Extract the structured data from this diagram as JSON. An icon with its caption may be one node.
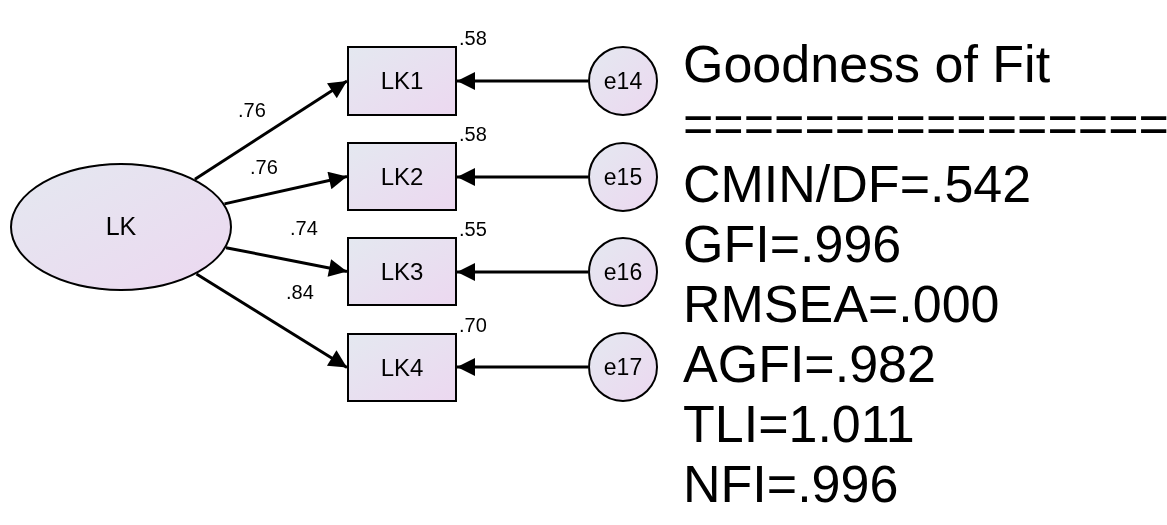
{
  "diagram": {
    "nodes": [
      {
        "text": [
          "LK"
        ]
      },
      {
        "text": [
          "LK1"
        ],
        "beside": [
          ".58"
        ]
      },
      {
        "text": [
          "LK2"
        ],
        "beside": [
          ".58"
        ]
      },
      {
        "text": [
          "LK3"
        ],
        "beside": [
          ".55"
        ]
      },
      {
        "text": [
          "LK4"
        ],
        "beside": [
          ".70"
        ]
      },
      {
        "text": [
          "e14"
        ]
      },
      {
        "text": [
          "e15"
        ]
      },
      {
        "text": [
          "e16"
        ]
      },
      {
        "text": [
          "e17"
        ]
      }
    ],
    "edges": [
      {
        "from": 0,
        "to": 1,
        "arrow": "to",
        "label": ".76"
      },
      {
        "from": 0,
        "to": 2,
        "arrow": "to",
        "label": ".76"
      },
      {
        "from": 0,
        "to": 3,
        "arrow": "to",
        "label": ".74"
      },
      {
        "from": 0,
        "to": 4,
        "arrow": "to",
        "label": ".84"
      },
      {
        "from": 5,
        "to": 1,
        "arrow": "to"
      },
      {
        "from": 6,
        "to": 2,
        "arrow": "to"
      },
      {
        "from": 7,
        "to": 3,
        "arrow": "to"
      },
      {
        "from": 8,
        "to": 4,
        "arrow": "to"
      }
    ],
    "labels": [
      "Goodness of Fit",
      "================",
      "CMIN/DF=.542",
      "GFI=.996",
      "RMSEA=.000",
      "AGFI=.982",
      "TLI=1.011",
      "NFI=.996"
    ]
  }
}
